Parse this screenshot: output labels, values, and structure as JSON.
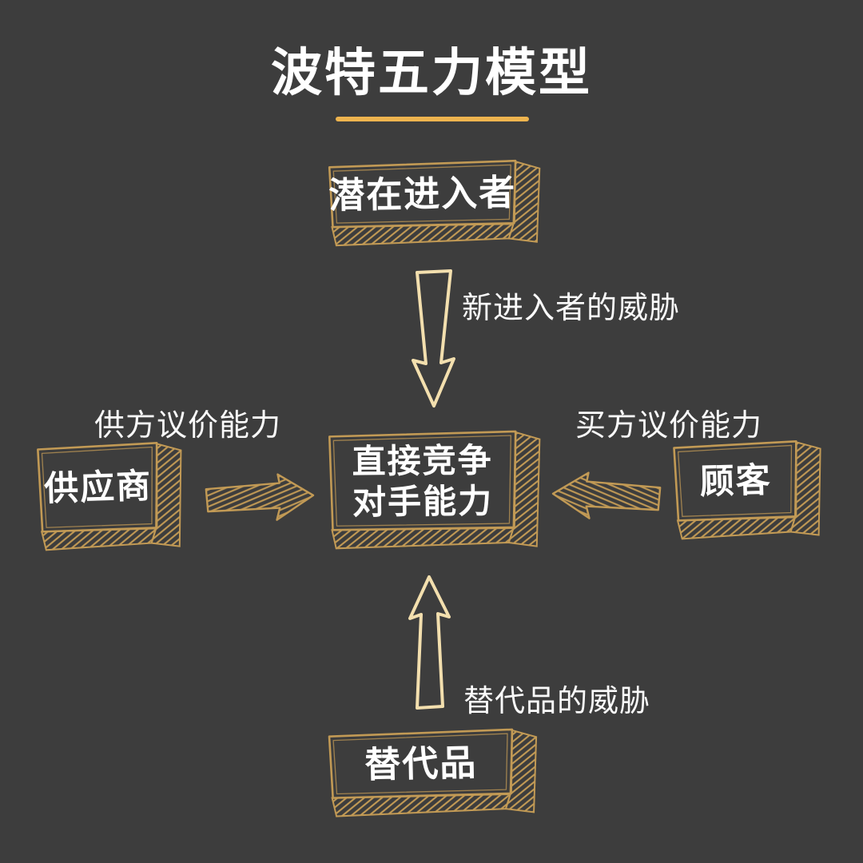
{
  "title": {
    "text": "波特五力模型"
  },
  "colors": {
    "background": "#3d3d3d",
    "gold": "#c29a55",
    "cream": "#f3dfae",
    "underline": "#eeb44e",
    "text": "#ffffff"
  },
  "boxes": {
    "top": {
      "label": "潜在进入者"
    },
    "center": {
      "line1": "直接竞争",
      "line2": "对手能力"
    },
    "left": {
      "label": "供应商"
    },
    "right": {
      "label": "顾客"
    },
    "bottom": {
      "label": "替代品"
    }
  },
  "force_labels": {
    "top": "新进入者的威胁",
    "left": "供方议价能力",
    "right": "买方议价能力",
    "bottom": "替代品的威胁"
  }
}
